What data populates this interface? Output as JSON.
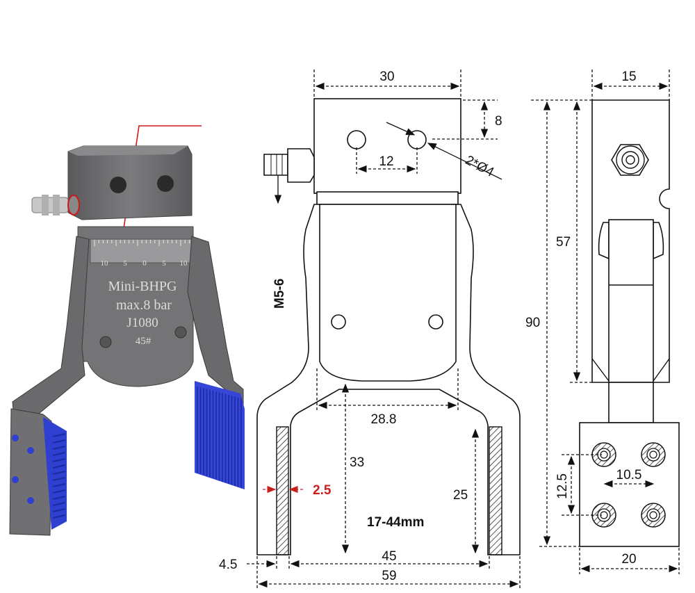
{
  "photo": {
    "engraving": {
      "model": "Mini-BHPG",
      "pressure": "max.8 bar",
      "code": "J1080",
      "grade": "45#"
    },
    "scale_ticks": [
      "10",
      "5",
      "0",
      "5",
      "10"
    ],
    "colors": {
      "metal": "#6e6e70",
      "metal_dark": "#4a4a4c",
      "pads": "#2f3fd0",
      "pointer": "#d01818"
    }
  },
  "front_view": {
    "dims": {
      "top_width": "30",
      "top_offset": "8",
      "hole_spacing": "12",
      "hole_spec": "2*Ø4",
      "thread": "M5-6",
      "inner_width": "28.8",
      "jaw_inner_height": "33",
      "pad_thickness": "2.5",
      "pad_height": "25",
      "stroke_range": "17-44mm",
      "jaw_offset": "4.5",
      "inner_span": "45",
      "total_width": "59"
    },
    "colors": {
      "highlight": "#c81e1e"
    }
  },
  "side_view": {
    "dims": {
      "width": "15",
      "upper_height": "57",
      "total_height": "90",
      "hole_v_spacing": "12.5",
      "hole_h_spacing": "10.5",
      "base_width": "20"
    }
  }
}
